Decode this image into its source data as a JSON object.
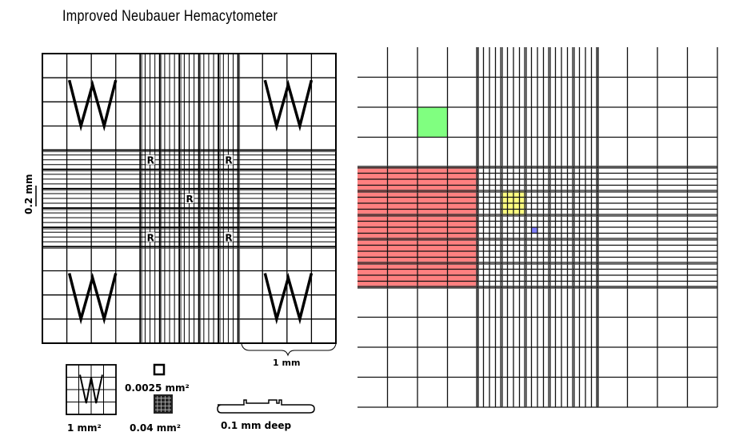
{
  "title": "Improved Neubauer Hemacytometer",
  "left_diagram": {
    "corner_square_letter": "W",
    "center_square_letter": "R",
    "scale_vertical": "0.2 mm",
    "scale_horizontal": "1 mm"
  },
  "legend": {
    "large_square_area": "1 mm²",
    "tiny_square_area": "0.0025 mm²",
    "medium_square_area": "0.04 mm²",
    "depth": "0.1 mm deep"
  },
  "right_diagram": {
    "highlight_colors": {
      "large_square": "#ff8080",
      "corner_small_square": "#80ff80",
      "center_square": "#ffff80",
      "tiny_square": "#8080ff"
    }
  }
}
